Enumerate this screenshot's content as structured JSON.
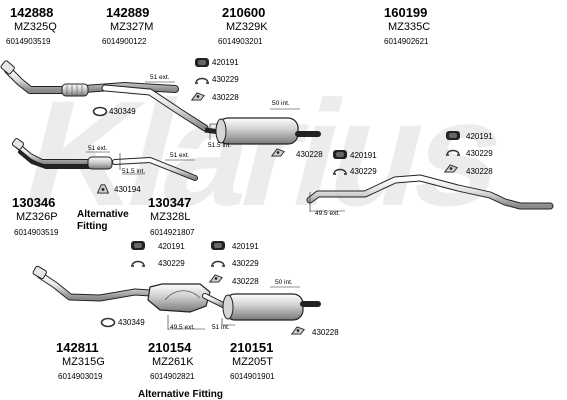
{
  "watermark": "Klarius",
  "kits": [
    {
      "number": "142888",
      "code": "MZ325Q",
      "ref": "6014903519"
    },
    {
      "number": "142889",
      "code": "MZ327M",
      "ref": "6014900122"
    },
    {
      "number": "210600",
      "code": "MZ329K",
      "ref": "6014903201"
    },
    {
      "number": "160199",
      "code": "MZ335C",
      "ref": "6014902621"
    },
    {
      "number": "130346",
      "code": "MZ326P",
      "ref": "6014903519"
    },
    {
      "number": "130347",
      "code": "MZ328L",
      "ref": "6014921807"
    },
    {
      "number": "142811",
      "code": "MZ315G",
      "ref": "6014903019"
    },
    {
      "number": "210154",
      "code": "MZ261K",
      "ref": "6014902821"
    },
    {
      "number": "210151",
      "code": "MZ205T",
      "ref": "6014901901"
    }
  ],
  "fittings": {
    "f1": "420191",
    "f2": "430229",
    "f3": "430228",
    "f4": "430349",
    "f5": "430228",
    "f6": "420191",
    "f7": "430229",
    "f8": "420191",
    "f9": "430229",
    "f10": "430228",
    "f11": "430194",
    "f12": "420191",
    "f13": "430229",
    "f14": "420191",
    "f15": "430229",
    "f16": "430228",
    "f17": "430349",
    "f18": "430228"
  },
  "dimensions": {
    "d1": "51 ext.",
    "d2": "50 int.",
    "d3": "51.5 int.",
    "d4": "51 ext.",
    "d5": "51 ext.",
    "d6": "51.5 int.",
    "d7": "49.5 ext.",
    "d8": "50 int.",
    "d9": "49.5 ext.",
    "d10": "51 int."
  },
  "alt_fitting": {
    "label1a": "Alternative",
    "label1b": "Fitting",
    "label2": "Alternative Fitting"
  }
}
